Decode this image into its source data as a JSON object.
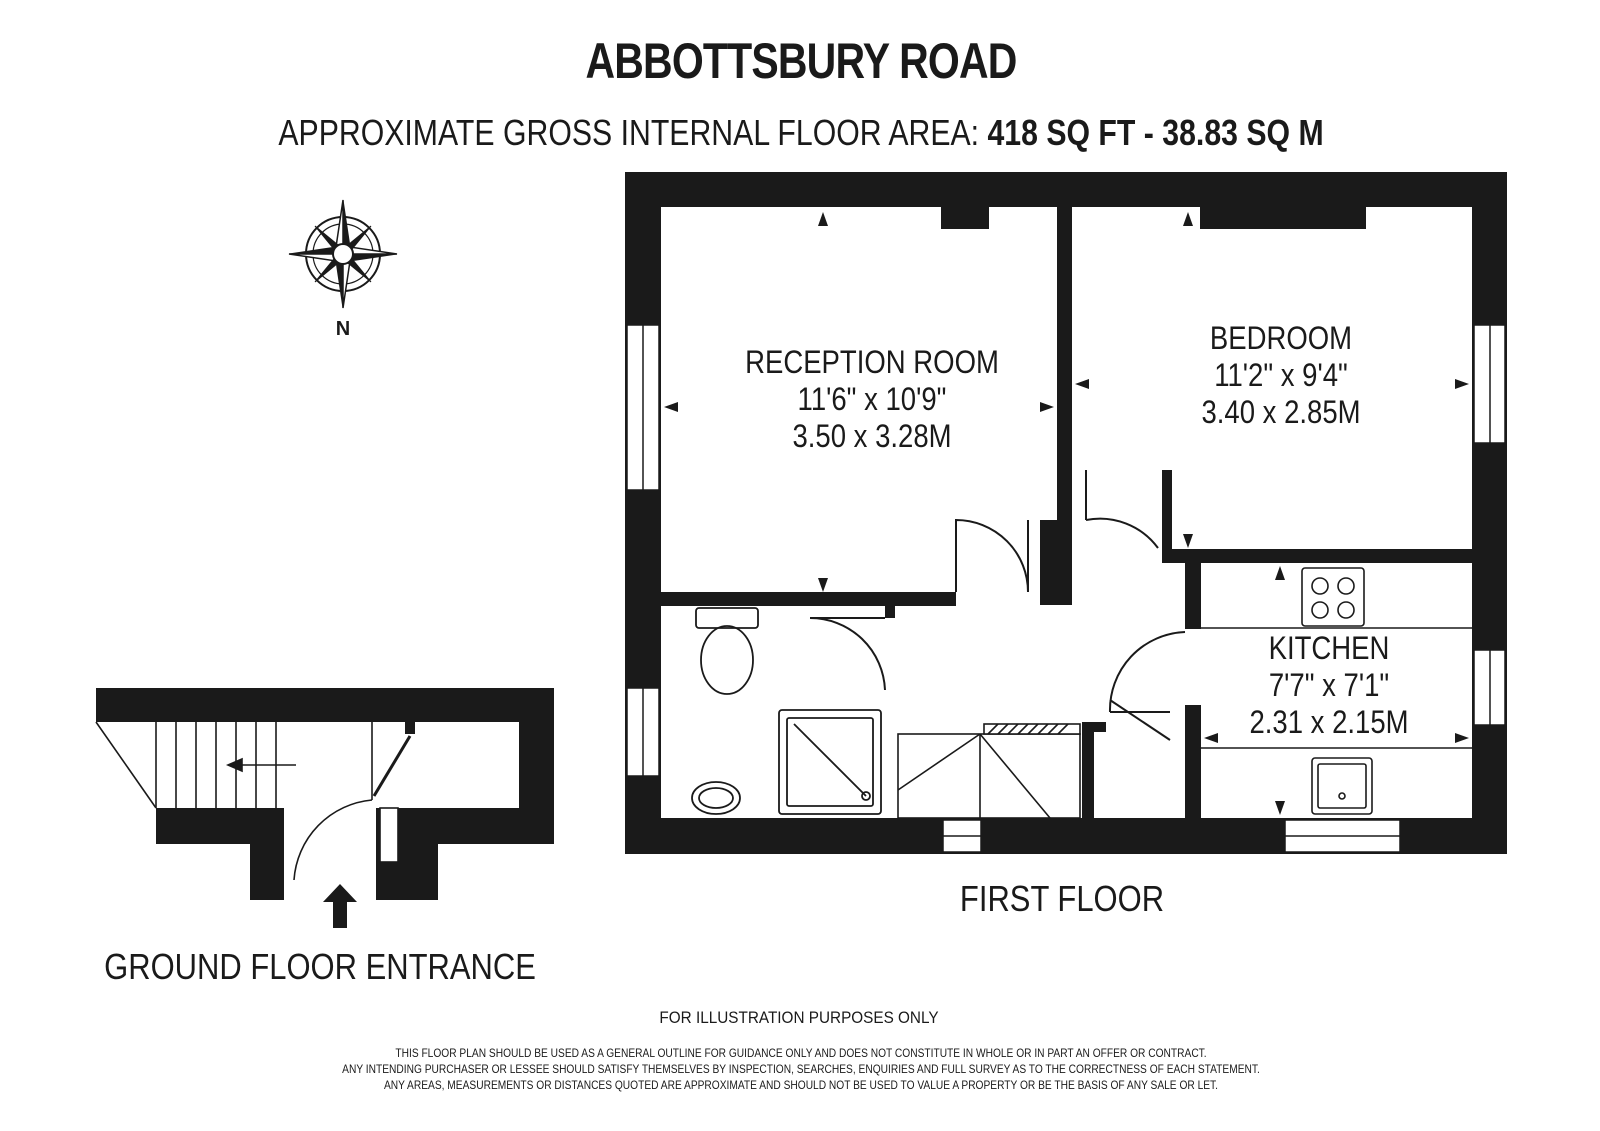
{
  "header": {
    "title": "ABBOTTSBURY ROAD",
    "area_prefix": "APPROXIMATE GROSS INTERNAL FLOOR AREA:",
    "area_sqft": "418 SQ FT",
    "area_sep": "-",
    "area_sqm": "38.83 SQ M"
  },
  "compass": {
    "label": "N",
    "icon": "compass-rose-icon"
  },
  "rooms": {
    "reception": {
      "name": "RECEPTION ROOM",
      "imperial": "11'6\" x 10'9\"",
      "metric": "3.50 x 3.28M"
    },
    "bedroom": {
      "name": "BEDROOM",
      "imperial": "11'2\" x 9'4\"",
      "metric": "3.40 x 2.85M"
    },
    "kitchen": {
      "name": "KITCHEN",
      "imperial": "7'7\" x 7'1\"",
      "metric": "2.31 x 2.15M"
    }
  },
  "floors": {
    "first": "FIRST FLOOR",
    "ground": "GROUND FLOOR ENTRANCE"
  },
  "footer": {
    "illustration": "FOR ILLUSTRATION PURPOSES ONLY",
    "disclaimer_1": "THIS FLOOR PLAN SHOULD BE USED AS A GENERAL OUTLINE FOR GUIDANCE ONLY AND DOES NOT CONSTITUTE IN WHOLE OR IN PART AN OFFER OR CONTRACT.",
    "disclaimer_2": "ANY INTENDING PURCHASER OR LESSEE SHOULD SATISFY THEMSELVES BY INSPECTION, SEARCHES, ENQUIRIES AND FULL SURVEY AS TO THE CORRECTNESS OF EACH STATEMENT.",
    "disclaimer_3": "ANY AREAS, MEASUREMENTS OR DISTANCES QUOTED ARE APPROXIMATE AND SHOULD NOT BE USED TO VALUE A PROPERTY OR BE THE BASIS OF ANY SALE OR LET."
  },
  "colors": {
    "wall": "#1a1a1a",
    "background": "#ffffff"
  }
}
